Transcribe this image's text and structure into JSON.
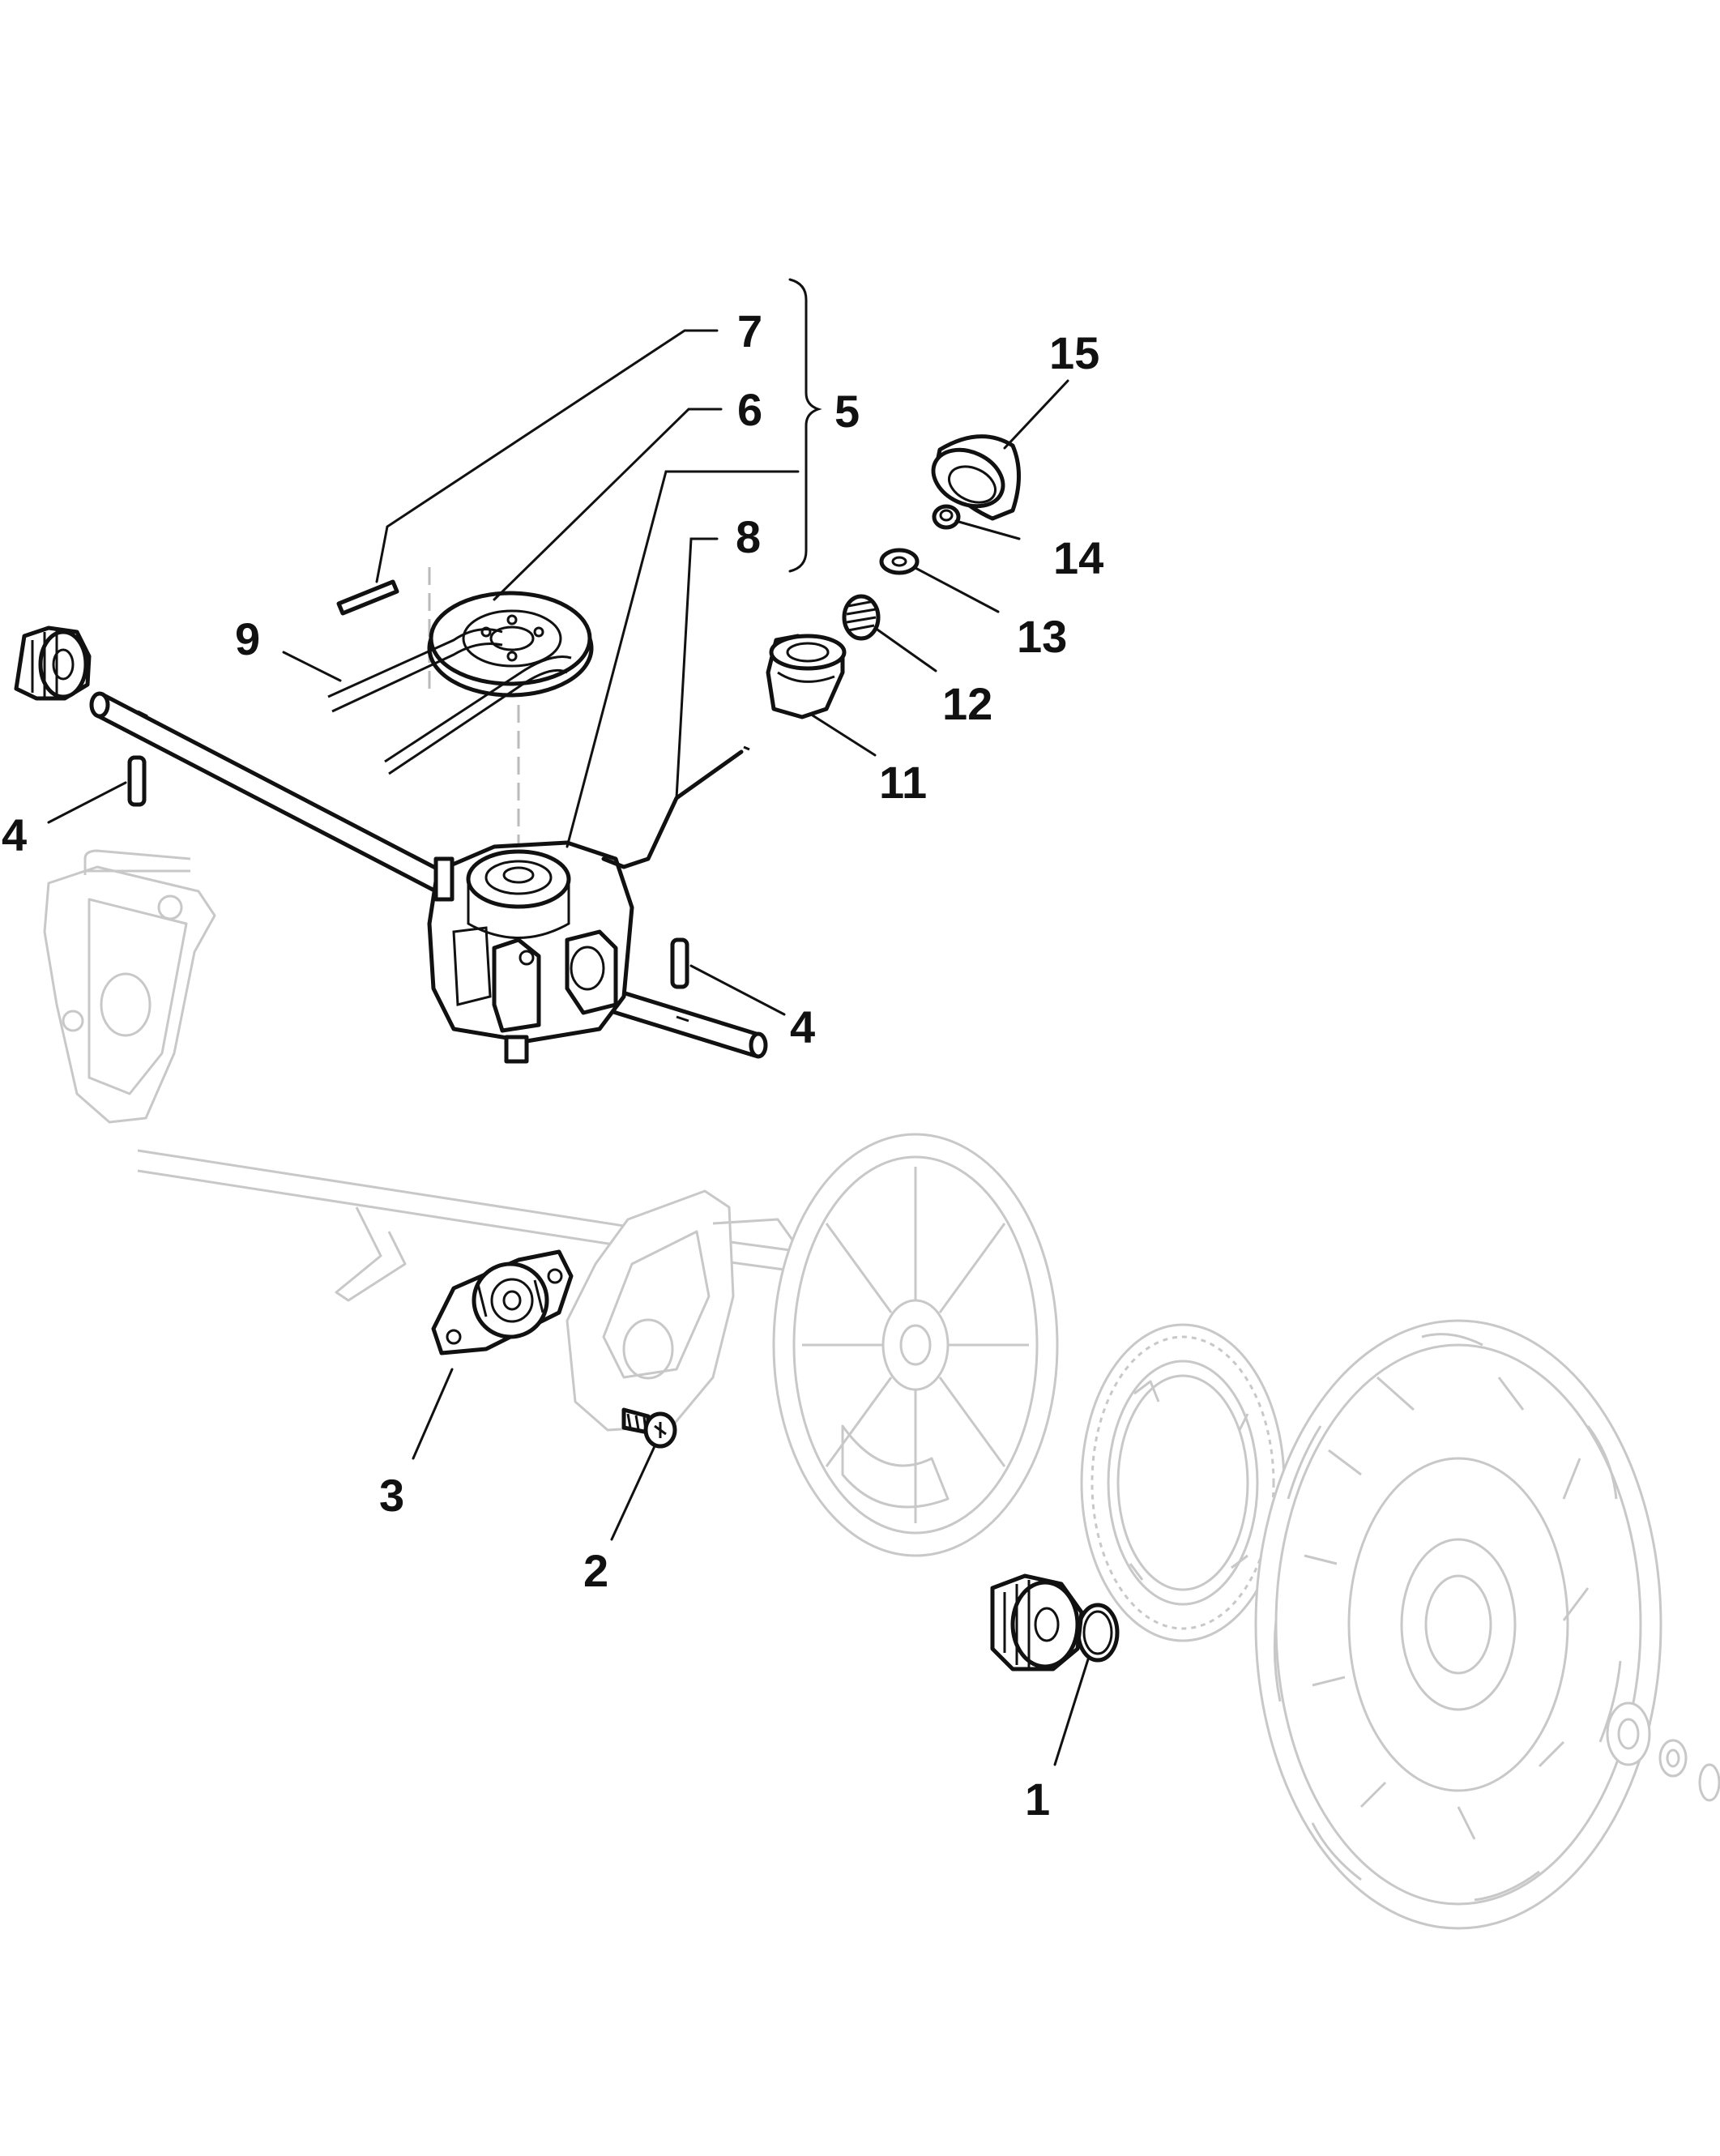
{
  "callouts": {
    "c1": "1",
    "c2": "2",
    "c3": "3",
    "c4a": "4",
    "c4b": "4",
    "c5": "5",
    "c6": "6",
    "c7": "7",
    "c8": "8",
    "c9": "9",
    "c11": "11",
    "c12": "12",
    "c13": "13",
    "c14": "14",
    "c15": "15"
  },
  "colors": {
    "line": "#111111",
    "ghost": "#c8c8c8",
    "background": "#ffffff"
  }
}
